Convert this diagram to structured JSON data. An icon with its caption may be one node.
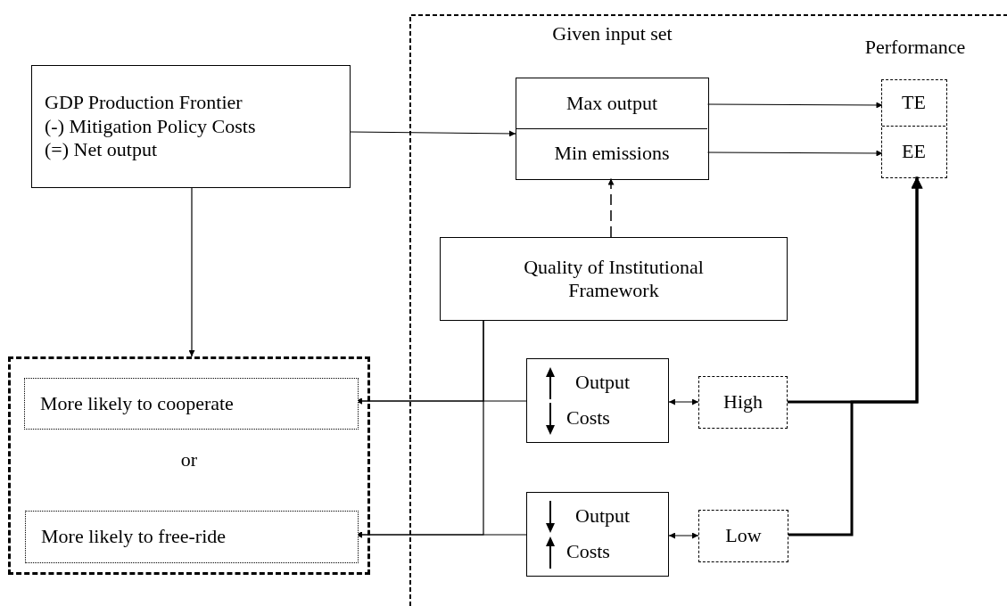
{
  "diagram": {
    "nodes": [
      {
        "text": [
          "GDP Production Frontier",
          "(-) Mitigation Policy Costs",
          "(=) Net output"
        ]
      },
      {
        "text": [
          "Given input set"
        ]
      },
      {
        "text": [
          "Max output"
        ],
        "in": 1
      },
      {
        "text": [
          "Min emissions"
        ],
        "in": 1
      },
      {
        "text": [
          "Performance"
        ]
      },
      {
        "text": [
          "TE"
        ],
        "in": 4
      },
      {
        "text": [
          "EE"
        ],
        "in": 4
      },
      {
        "text": [
          "Quality of Institutional Framework"
        ]
      },
      {
        "text": [
          "Output",
          "Costs"
        ]
      },
      {
        "text": [
          "High"
        ]
      },
      {
        "text": [
          "Output",
          "Costs"
        ]
      },
      {
        "text": [
          "Low"
        ]
      },
      {
        "text": [
          "or"
        ]
      },
      {
        "text": [
          "More likely to cooperate"
        ],
        "in": 12
      },
      {
        "text": [
          "More likely to free-ride"
        ],
        "in": 12
      }
    ],
    "edges": [
      {
        "from": 0,
        "to": 1,
        "arrow": "to"
      },
      {
        "from": 2,
        "to": 5,
        "arrow": "to"
      },
      {
        "from": 3,
        "to": 6,
        "arrow": "to"
      },
      {
        "from": 7,
        "to": 3,
        "arrow": "to",
        "style": "dashed"
      },
      {
        "from": 0,
        "to": 12,
        "arrow": "to"
      },
      {
        "from": 8,
        "to": 13,
        "arrow": "to"
      },
      {
        "from": 7,
        "to": 13,
        "arrow": "to"
      },
      {
        "from": 7,
        "to": 14,
        "arrow": "to"
      },
      {
        "from": 10,
        "to": 14,
        "arrow": "to"
      },
      {
        "from": 8,
        "to": 9,
        "arrow": "both"
      },
      {
        "from": 10,
        "to": 11,
        "arrow": "both"
      },
      {
        "from": 9,
        "to": 6,
        "arrow": "to",
        "style": "thick"
      },
      {
        "from": 11,
        "to": 6,
        "arrow": "to",
        "style": "thick"
      }
    ]
  }
}
